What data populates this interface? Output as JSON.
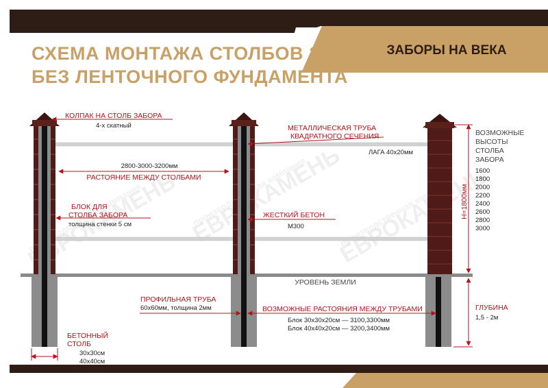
{
  "header": {
    "title_line1": "СХЕМА МОНТАЖА СТОЛБОВ ЗАБОРА",
    "title_line2": "БЕЗ ЛЕНТОЧНОГО ФУНДАМЕНТА",
    "brand": "ЗАБОРЫ НА ВЕКА"
  },
  "watermark": {
    "line1": "производственная компания",
    "line2": "ЕВРОКАМЕНЬ"
  },
  "labels": {
    "cap": "КОЛПАК НА СТОЛБ ЗАБОРА",
    "cap_sub": "4-х скатный",
    "span_values": "2800-3000-3200мм",
    "span_name": "РАСТОЯНИЕ МЕЖДУ СТОЛБАМИ",
    "block_line1": "БЛОК ДЛЯ",
    "block_line2": "СТОЛБА ЗАБОРА",
    "block_sub": "толщина стенки 5 см",
    "metal_pipe_line1": "МЕТАЛЛИЧЕСКАЯ ТРУБА",
    "metal_pipe_line2": "КВАДРАТНОГО СЕЧЕНИЯ",
    "lag": "ЛАГА 40х20мм",
    "concrete": "ЖЕСТКИЙ БЕТОН",
    "concrete_sub": "М300",
    "ground": "УРОВЕНЬ ЗЕМЛИ",
    "profile_pipe": "ПРОФИЛЬНАЯ ТРУБА",
    "profile_pipe_sub": "60х60мм, толщина 2мм",
    "pipe_spacing": "ВОЗМОЖНЫЕ РАСТОЯНИЯ МЕЖДУ ТРУБАМИ",
    "pipe_spacing_1": "Блок 30х30х20см — 3100,3300мм",
    "pipe_spacing_2": "Блок 40х40х20см — 3200,3400мм",
    "concrete_post_line1": "БЕТОННЫЙ",
    "concrete_post_line2": "СТОЛБ",
    "post_size_1": "30х30см",
    "post_size_2": "40х40см",
    "height_mark": "H=1800мм",
    "heights_title_1": "ВОЗМОЖНЫЕ",
    "heights_title_2": "ВЫСОТЫ",
    "heights_title_3": "СТОЛБА",
    "heights_title_4": "ЗАБОРА",
    "heights": [
      "1600",
      "1800",
      "2000",
      "2200",
      "2400",
      "2600",
      "2800",
      "3000"
    ],
    "depth": "ГЛУБИНА",
    "depth_sub": "1,5 - 2м"
  },
  "colors": {
    "brick": "#4f1a17",
    "brick_light": "#6a2823",
    "gold": "#c9a066",
    "dark_bar": "#2e1d14",
    "accent_red": "#b5121b"
  }
}
